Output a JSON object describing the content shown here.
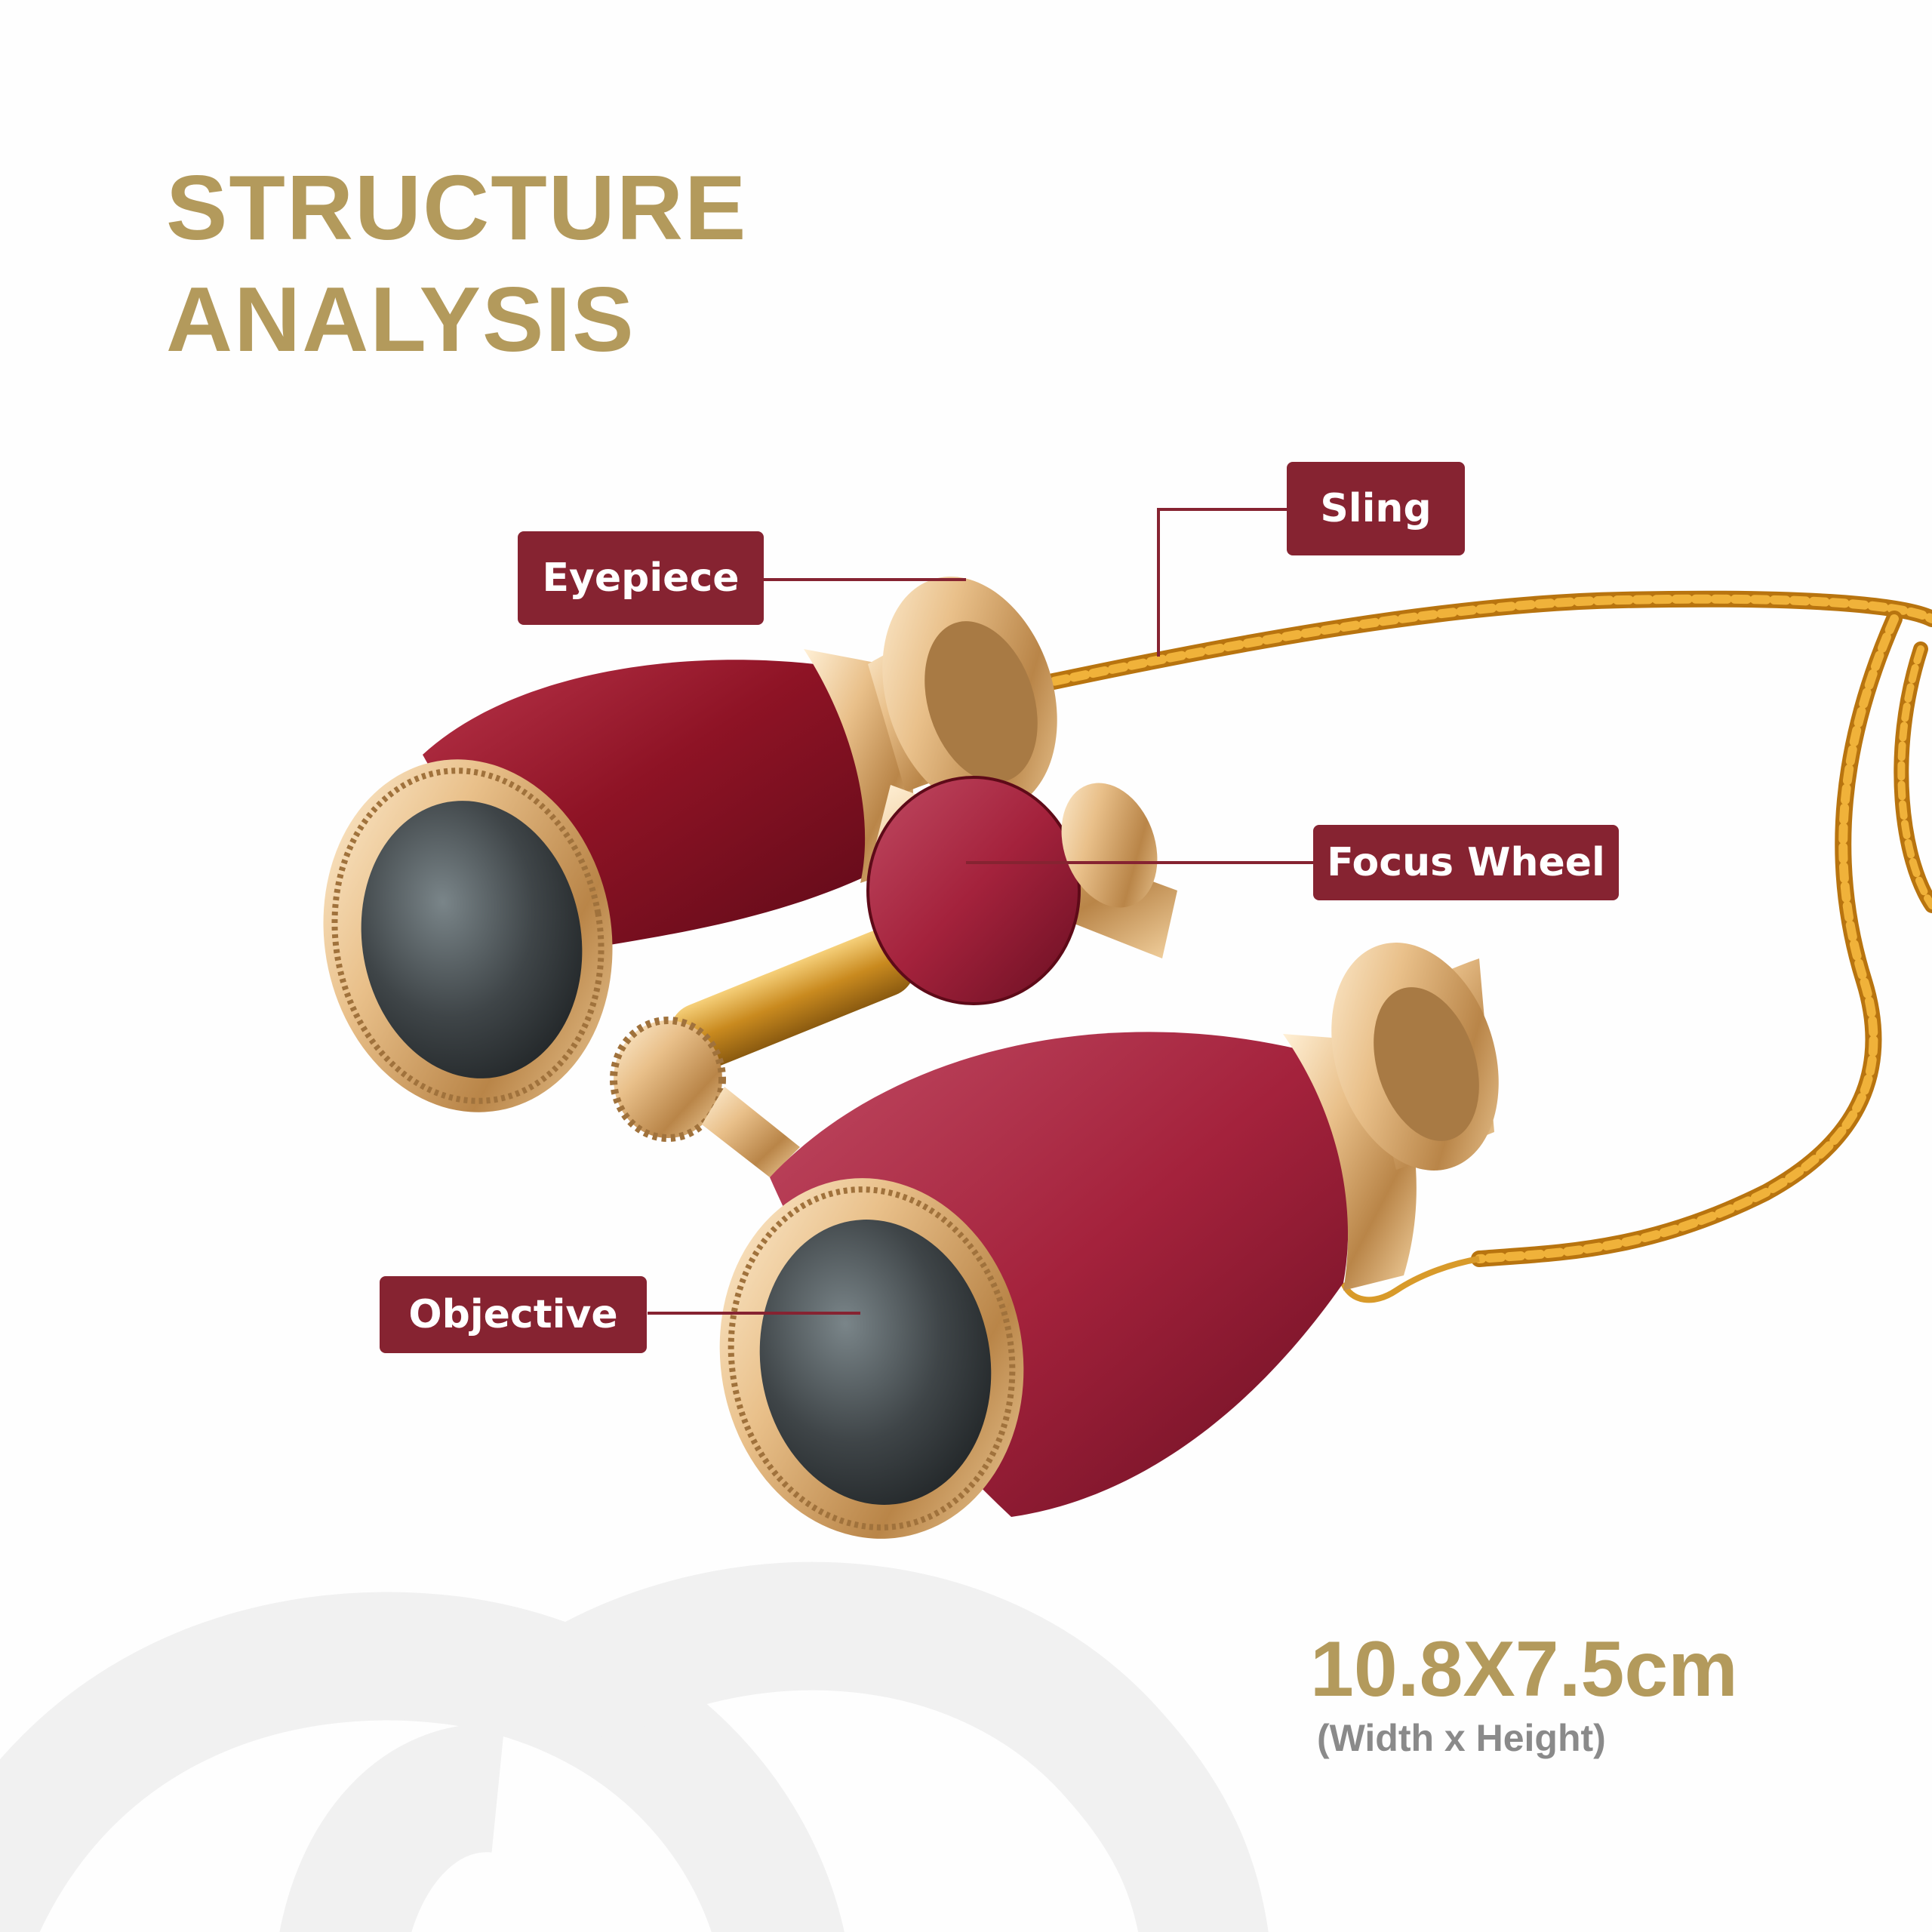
{
  "heading": {
    "line1": "STRUCTURE",
    "line2": "ANALYSIS"
  },
  "labels": {
    "eyepiece": "Eyepiece",
    "sling": "Sling",
    "focus_wheel": "Focus Wheel",
    "objective": "Objective"
  },
  "dimensions": {
    "value": "10.8X7.5cm",
    "note": "(Width  x Height)"
  },
  "colors": {
    "heading_gold": "#b39a5c",
    "callout_burgundy": "#862331",
    "leader_line": "#862331",
    "body_red": "#8e1325",
    "trim_gold": "#e2b87c",
    "chain_gold": "#e0a22b",
    "lens_gray": "#3f4548",
    "note_gray": "#8a8a8a",
    "watermark": "#f1f1f1"
  },
  "icons": {
    "logo_watermark": "circular-swirl-watermark"
  }
}
